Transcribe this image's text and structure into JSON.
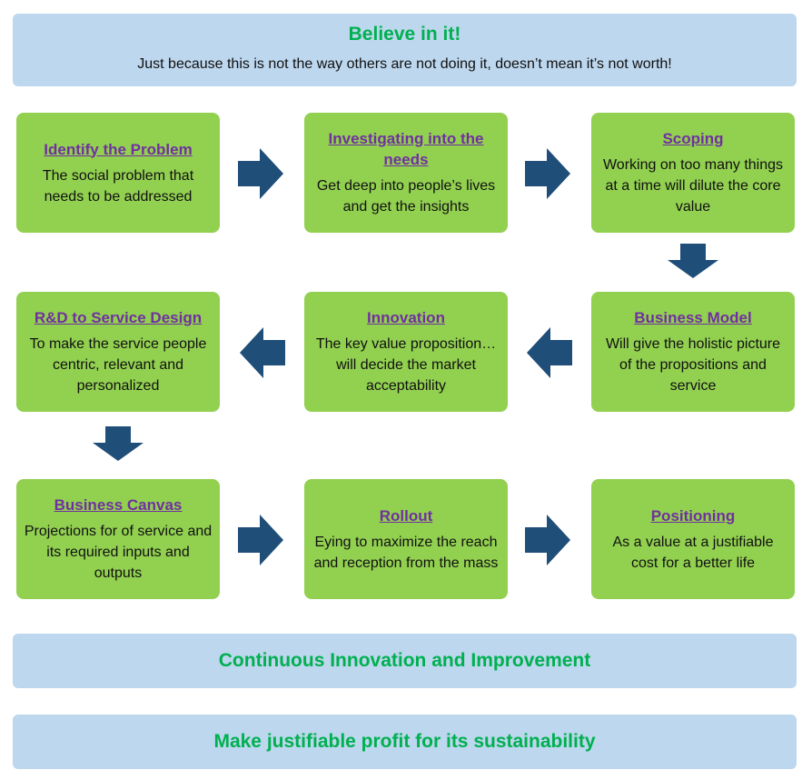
{
  "header": {
    "title": "Believe in it!",
    "subtitle": "Just because this is not the way others are not doing it, doesn’t mean it’s not worth!"
  },
  "steps": [
    {
      "title": "Identify the Problem",
      "desc": "The social problem that needs to be addressed"
    },
    {
      "title": "Investigating into the needs",
      "desc": "Get deep into people’s lives and get the insights"
    },
    {
      "title": "Scoping",
      "desc": "Working on too many things at a time will dilute the core value"
    },
    {
      "title": "Business Model",
      "desc": "Will give the holistic picture of the propositions and service"
    },
    {
      "title": "Innovation",
      "desc": "The key value proposition…will decide the market acceptability"
    },
    {
      "title": "R&D to Service Design",
      "desc": "To make the service people centric, relevant and personalized"
    },
    {
      "title": "Business Canvas",
      "desc": "Projections for of service and its required inputs and outputs"
    },
    {
      "title": "Rollout",
      "desc": "Eying to maximize the reach and reception from the mass"
    },
    {
      "title": "Positioning",
      "desc": "As a value at a justifiable cost for a better life"
    }
  ],
  "footer": {
    "continuous": "Continuous Innovation and Improvement",
    "profit": "Make justifiable profit for its sustainability"
  },
  "colors": {
    "box": "#92d050",
    "title": "#7030a0",
    "accent": "#00b050",
    "banner": "#bdd7ee",
    "arrow": "#1f4e79"
  }
}
